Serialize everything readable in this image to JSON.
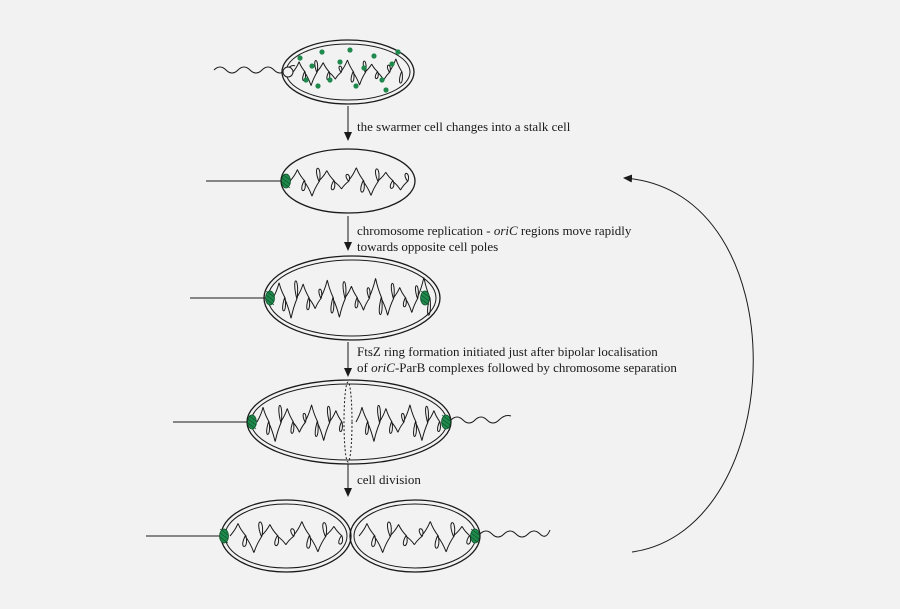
{
  "steps": {
    "step1": {
      "text": "the swarmer cell changes into a stalk cell"
    },
    "step2": {
      "line1_pre": "chromosome replication - ",
      "line1_italic": "oriC",
      "line1_post": " regions move rapidly",
      "line2": "towards opposite cell poles"
    },
    "step3": {
      "line1": "FtsZ ring formation initiated just after bipolar localisation",
      "line2_pre": "of ",
      "line2_italic": "oriC",
      "line2_post": "-ParB complexes followed by chromosome separation"
    },
    "step4": {
      "text": "cell division"
    }
  },
  "colors": {
    "background": "#f2f2f2",
    "stroke": "#1a1a1a",
    "marker": "#1f8a4c"
  }
}
